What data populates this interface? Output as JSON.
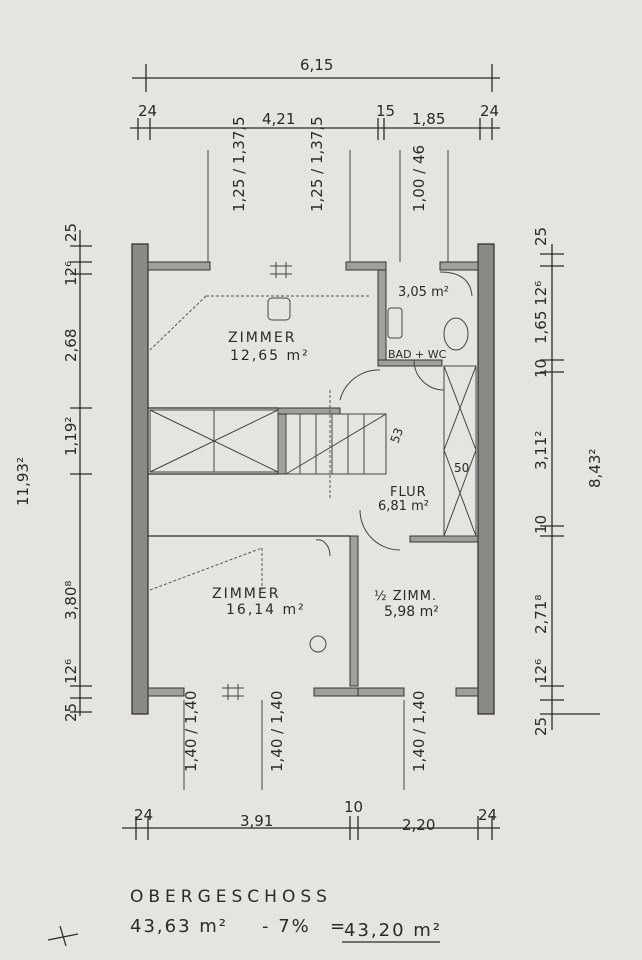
{
  "plan": {
    "title": "OBERGESCHOSS",
    "area_formula": {
      "gross": "43,63 m²",
      "minus": "- 7%",
      "equals": "=",
      "net": "43,20 m²"
    },
    "top_dimensions": {
      "overall": "6,15",
      "segments": [
        "24",
        "4,21",
        "15",
        "1,85",
        "24"
      ]
    },
    "bottom_dimensions": {
      "segments": [
        "24",
        "3,91",
        "10",
        "2,20",
        "24"
      ]
    },
    "window_top": [
      "1,25 / 1,37,5",
      "1,25 / 1,37,5",
      "1,00 / 46"
    ],
    "window_bottom": [
      "1,40 / 1,40",
      "1,40 / 1,40",
      "1,40 / 1,40"
    ],
    "left_dimensions": {
      "overall": "11,93²",
      "segments": [
        "25",
        "12⁶",
        "2,68",
        "1,19²",
        "3,80⁸",
        "12⁶",
        "25"
      ]
    },
    "right_dimensions": {
      "overall": "8,43²",
      "segments": [
        "25",
        "1,65 12⁶",
        "10",
        "3,11²",
        "10",
        "2,71⁸",
        "12⁶",
        "25"
      ]
    },
    "rooms": [
      {
        "name": "ZIMMER",
        "area": "12,65 m²"
      },
      {
        "name": "BAD + WC",
        "area": "3,05 m²"
      },
      {
        "name": "FLUR",
        "area": "6,81 m²"
      },
      {
        "name": "ZIMMER",
        "area": "16,14 m²"
      },
      {
        "name": "½ ZIMM.",
        "area": "5,98 m²"
      }
    ],
    "misc_labels": {
      "stair_step": "53",
      "stair_width": "50"
    }
  }
}
